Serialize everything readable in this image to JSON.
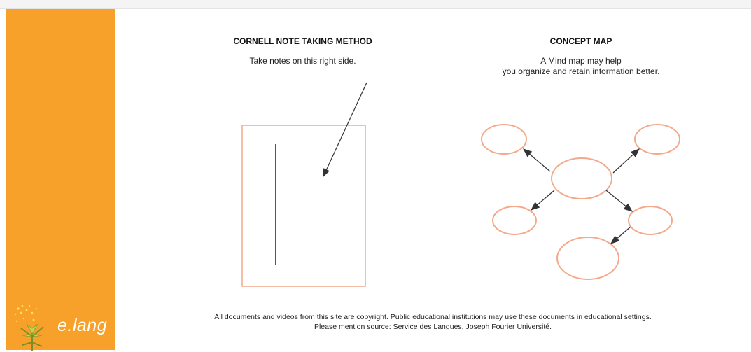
{
  "cornell": {
    "title": "CORNELL NOTE TAKING METHOD",
    "subtitle": "Take notes on this right side."
  },
  "concept_map": {
    "title": "CONCEPT MAP",
    "subtitle_line1": "A Mind map may help",
    "subtitle_line2": "you organize and retain information better."
  },
  "footer": {
    "line1": "All documents and videos from this site are copyright. Public educational institutions may use these documents in educational settings.",
    "line2": "Please mention source: Service des Langues, Joseph Fourier Université."
  },
  "logo": {
    "text": "e.lang"
  },
  "colors": {
    "sidebar": "#f7a12a",
    "shape_stroke": "#f4a98a",
    "arrow": "#333333"
  }
}
